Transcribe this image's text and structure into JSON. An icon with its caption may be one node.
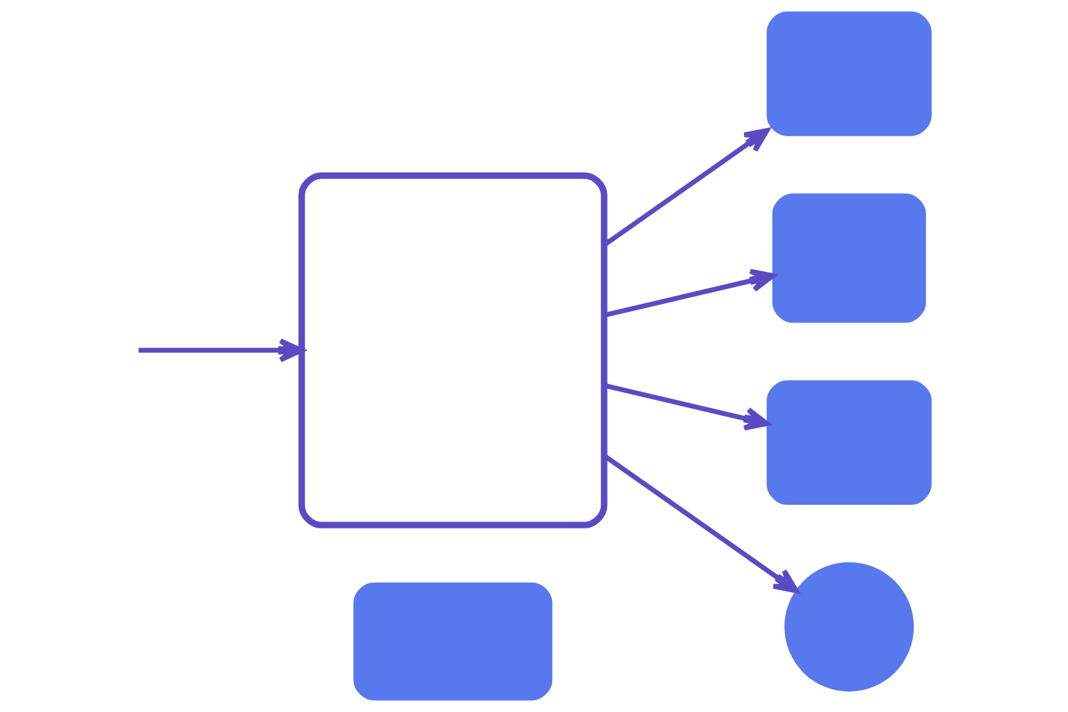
{
  "diagram": {
    "nodes": [
      {
        "text": [],
        "shape": "box"
      },
      {
        "text": [],
        "shape": "box"
      },
      {
        "text": [],
        "shape": "box"
      },
      {
        "text": [],
        "shape": "box"
      },
      {
        "text": [],
        "shape": "box"
      },
      {
        "text": [],
        "shape": "circle"
      }
    ],
    "edges": [
      {
        "from": null,
        "to": 0,
        "arrow": "to"
      },
      {
        "from": 0,
        "to": 2,
        "arrow": "to"
      },
      {
        "from": 0,
        "to": 3,
        "arrow": "to"
      },
      {
        "from": 0,
        "to": 4,
        "arrow": "to"
      },
      {
        "from": 0,
        "to": 5,
        "arrow": "to"
      }
    ]
  }
}
